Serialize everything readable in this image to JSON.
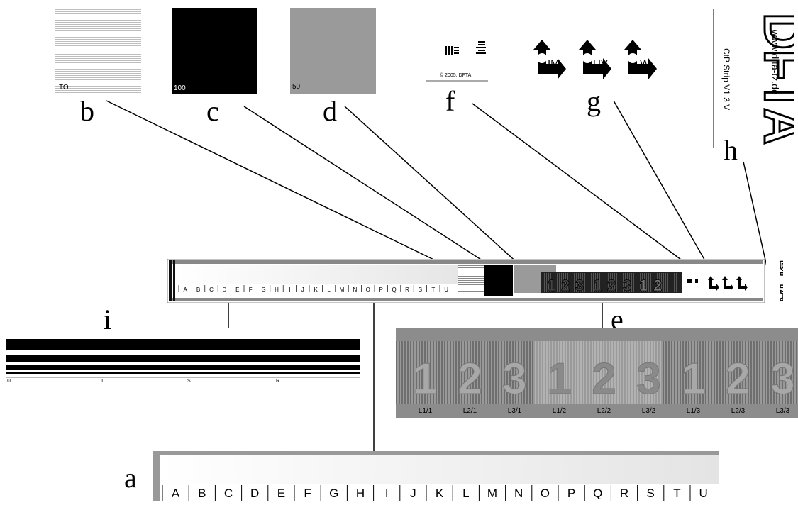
{
  "callouts": [
    "a",
    "b",
    "c",
    "d",
    "e",
    "f",
    "g",
    "h",
    "i"
  ],
  "patches": {
    "b_label": "TO",
    "c_label": "100",
    "d_label": "50"
  },
  "f": {
    "copyright": "© 2005, DFTA"
  },
  "g": {
    "labels": [
      "IM",
      "UV",
      "W"
    ]
  },
  "h": {
    "logo": "DFTA",
    "url": "www.dfta-tz.de",
    "version": "CtP Strip V1.3 V"
  },
  "a": {
    "letters": [
      "A",
      "B",
      "C",
      "D",
      "E",
      "F",
      "G",
      "H",
      "I",
      "J",
      "K",
      "L",
      "M",
      "N",
      "O",
      "P",
      "Q",
      "R",
      "S",
      "T",
      "U"
    ]
  },
  "e": {
    "patch_labels": [
      "L1/1",
      "L2/1",
      "L3/1",
      "L1/2",
      "L2/2",
      "L3/2",
      "L1/3",
      "L2/3",
      "L3/3"
    ],
    "digits": [
      "1",
      "2",
      "3",
      "1",
      "2",
      "3",
      "1",
      "2",
      "3"
    ]
  },
  "i": {
    "labels": [
      "U",
      "T",
      "S",
      "R"
    ]
  },
  "colors": {
    "black": "#000000",
    "mid_gray": "#9a9a9a",
    "e_background": "#8c8c8c"
  }
}
